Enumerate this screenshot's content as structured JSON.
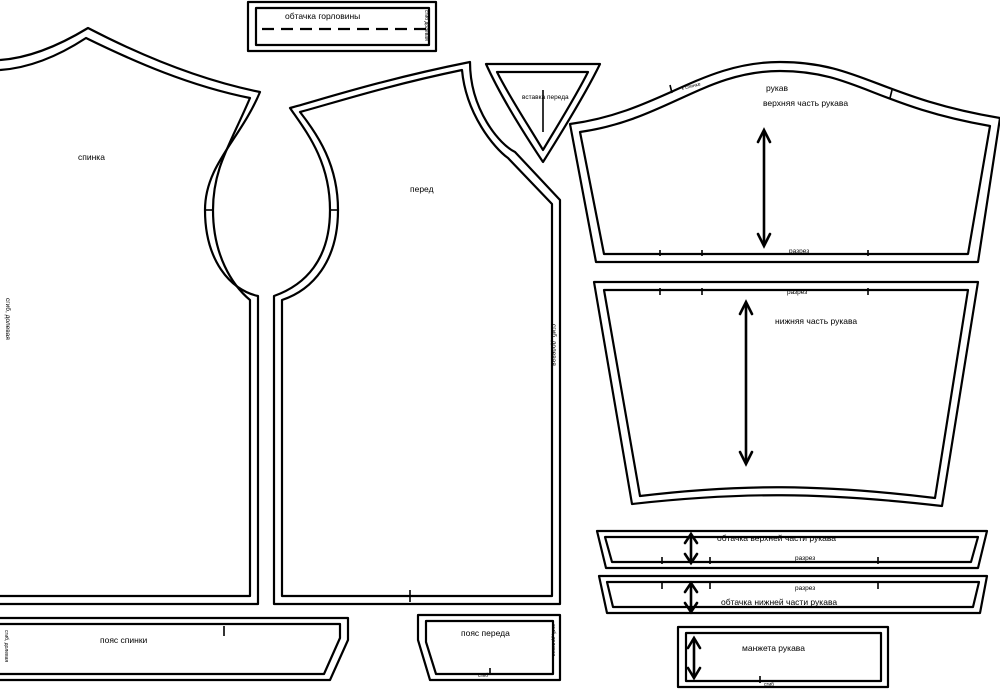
{
  "labels": {
    "neck_facing": "обтачка горловины",
    "neck_facing_side": "сгиб долевая",
    "back": "спинка",
    "back_fold": "сгиб, долевая",
    "front": "перед",
    "front_fold": "сгиб, долевая",
    "front_insert": "вставка переда",
    "sleeve": "рукав",
    "sleeve_upper": "верхняя часть рукава",
    "to_back": "к спинке",
    "cut_upper": "разрез",
    "cut_lower": "разрез",
    "sleeve_lower": "нижняя часть рукава",
    "facing_upper": "обтачка верхней части рукава",
    "facing_upper_cut": "разрез",
    "facing_lower_cut": "разрез",
    "facing_lower": "обтачка нижней части рукава",
    "cuff": "манжета рукава",
    "cuff_fold": "сгиб",
    "back_belt": "пояс спинки",
    "back_belt_fold": "сгиб, долевая",
    "front_belt": "пояс переда",
    "front_belt_side": "сгиб, долевая",
    "front_belt_fold": "сгиб"
  }
}
